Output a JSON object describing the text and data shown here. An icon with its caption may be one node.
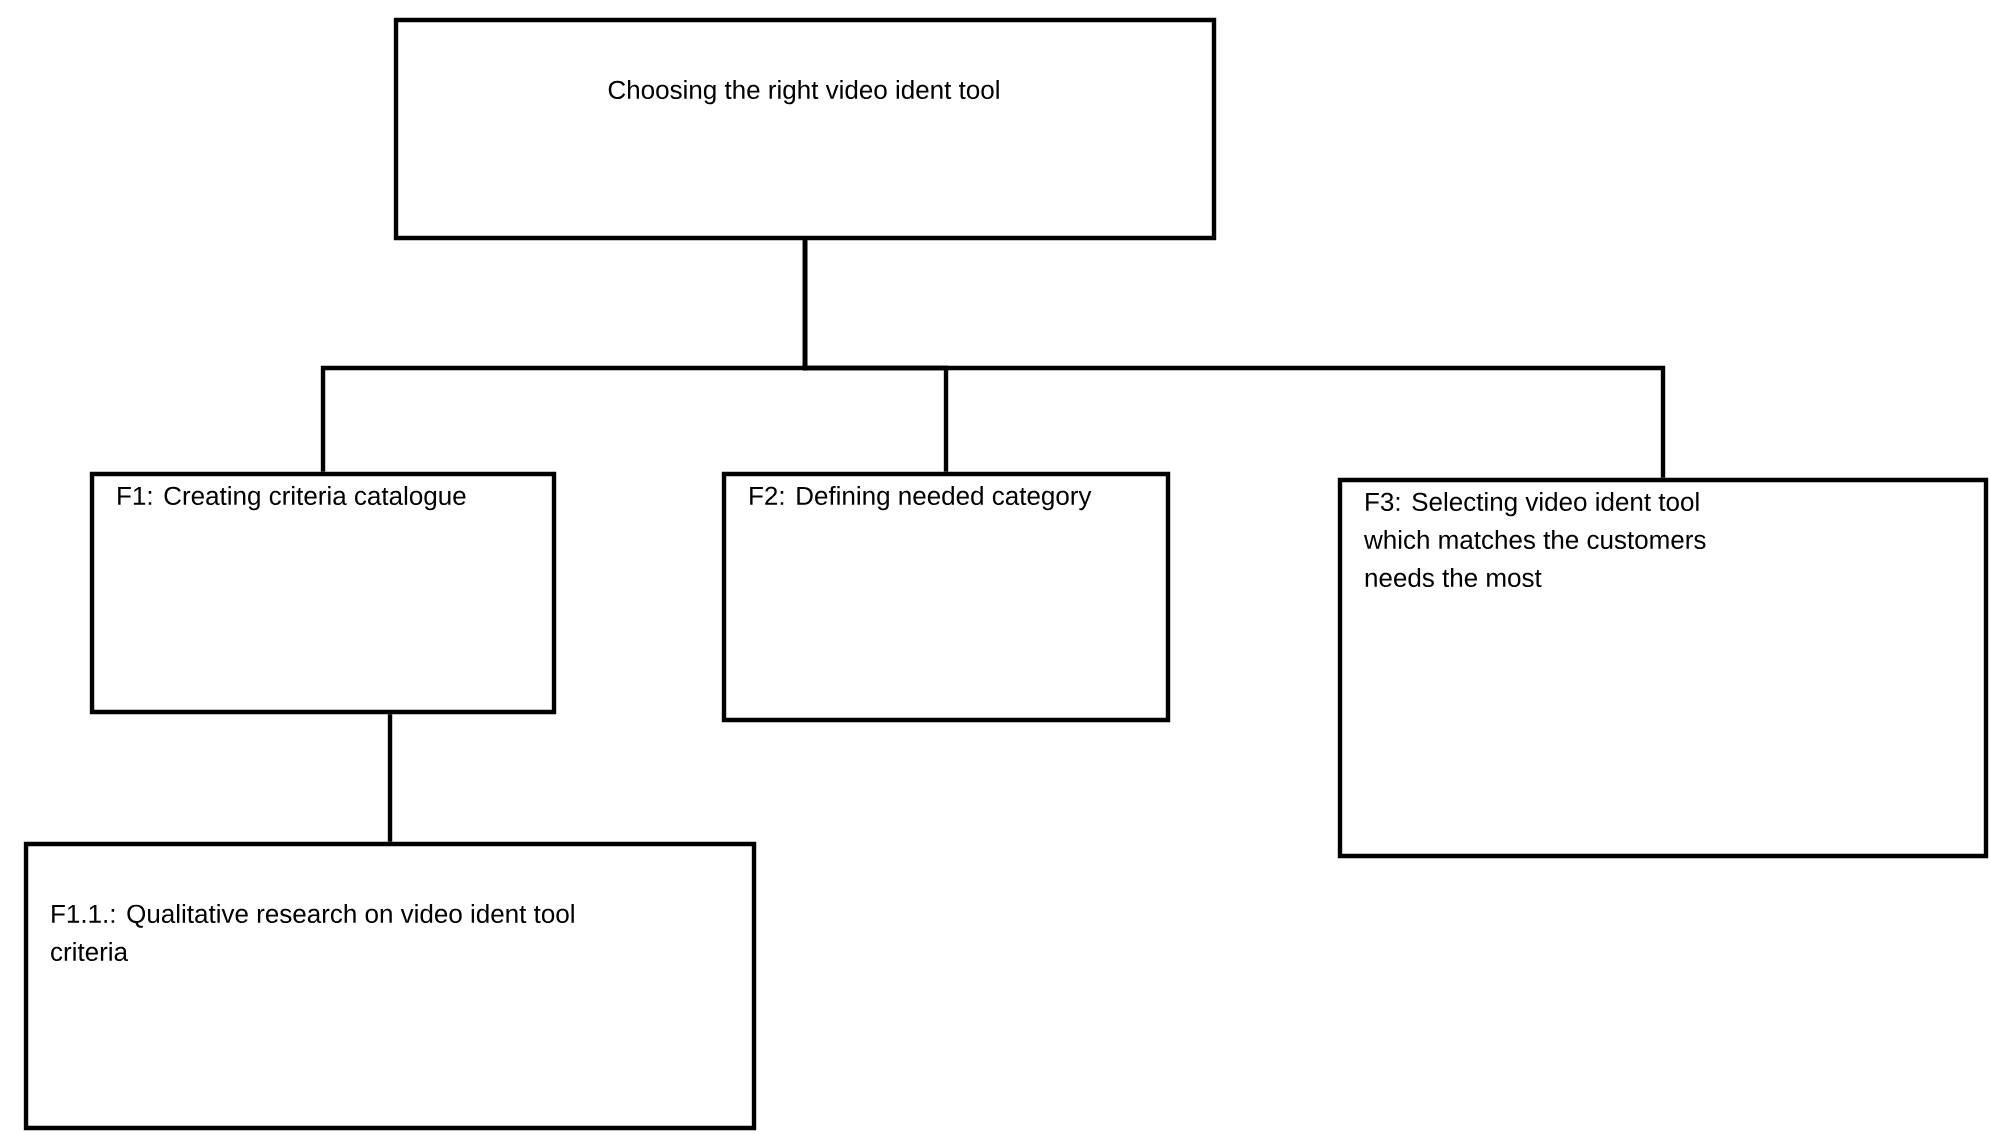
{
  "diagram": {
    "nodes": [
      {
        "text": [
          "Choosing the right video ident tool"
        ]
      },
      {
        "text": [
          "F1: Creating criteria catalogue"
        ]
      },
      {
        "text": [
          "F2: Defining needed category"
        ]
      },
      {
        "text": [
          "F3: Selecting video ident tool which matches the customers needs the most"
        ]
      },
      {
        "text": [
          "F1.1.: Qualitative research on video ident tool criteria"
        ]
      }
    ],
    "edges": [
      {
        "from": 0,
        "to": 1,
        "arrow": "none"
      },
      {
        "from": 0,
        "to": 2,
        "arrow": "none"
      },
      {
        "from": 0,
        "to": 3,
        "arrow": "none"
      },
      {
        "from": 1,
        "to": 4,
        "arrow": "none"
      }
    ]
  }
}
